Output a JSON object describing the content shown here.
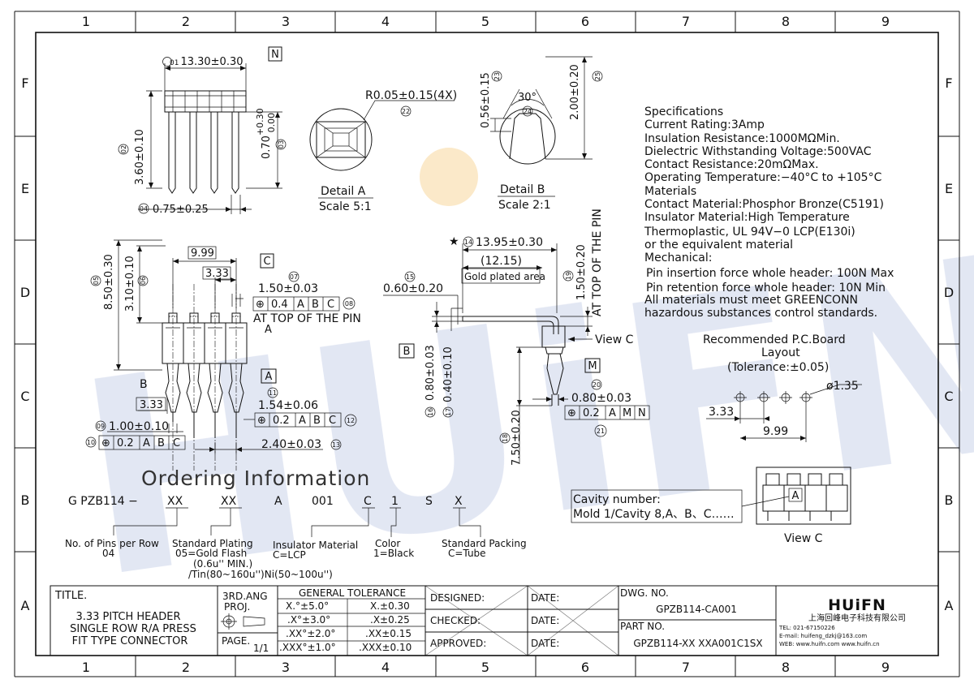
{
  "grid": {
    "columns": [
      "1",
      "2",
      "3",
      "4",
      "5",
      "6",
      "7",
      "8",
      "9"
    ],
    "rows": [
      "F",
      "E",
      "D",
      "C",
      "B",
      "A"
    ]
  },
  "watermark": {
    "text": "HUiFN",
    "color": "#2b3d8f",
    "dot_color": "#f4b74a"
  },
  "top_view": {
    "label_N": "N",
    "dim_01": "13.30±0.30",
    "num_01": "01",
    "dim_02": "3.60±0.10",
    "num_02": "02",
    "dim_03": "0.70",
    "tol_03_up": "+0.30",
    "tol_03_dn": "0.00",
    "num_03": "03",
    "dim_04": "0.75±0.25",
    "num_04": "04"
  },
  "detail_a": {
    "dim_22": "R0.05±0.15(4X)",
    "num_22": "22",
    "title": "Detail A",
    "scale": "Scale 5:1"
  },
  "detail_b": {
    "dim_23": "0.56±0.15",
    "num_23": "23",
    "angle": "30°",
    "num_24": "24",
    "dim_25": "2.00±0.20",
    "num_25": "25",
    "title": "Detail B",
    "scale": "Scale 2:1"
  },
  "specifications": [
    "Specifications",
    "Current Rating:3Amp",
    "Insulation Resistance:1000MΩMin.",
    "Dielectric Withstanding Voltage:500VAC",
    "Contact Resistance:20mΩMax.",
    "Operating Temperature:−40°C to +105°C",
    "Materials",
    "Contact Material:Phosphor Bronze(C5191)",
    "Insulator Material:High Temperature",
    "Thermoplastic, UL 94V−0 LCP(E130i)",
    "or the equivalent material",
    "Mechanical:",
    "Pin insertion force whole header: 100N Max",
    "Pin retention force whole header: 10N Min",
    "All materials must meet GREENCONN",
    "hazardous substances control standards."
  ],
  "front_view": {
    "dim_05": "8.50±0.30",
    "num_05": "05",
    "dim_06": "3.10±0.10",
    "num_06": "06",
    "dim_top": "9.99",
    "dim_pitch": "3.33",
    "label_C": "C",
    "label_A": "A",
    "label_A2": "A",
    "label_B": "B",
    "dim_07": "1.50±0.03",
    "num_07": "07",
    "fcf_08": [
      "⊕",
      "0.4",
      "A",
      "B",
      "C"
    ],
    "num_08": "08",
    "note_08": "AT TOP OF THE PIN",
    "dim_11": "1.54±0.06",
    "num_11": "11",
    "fcf_12": [
      "⊕",
      "0.2",
      "A",
      "B",
      "C"
    ],
    "num_12": "12",
    "dim_pitch_b": "3.33",
    "dim_09": "1.00±0.10",
    "num_09": "09",
    "fcf_10": [
      "⊕",
      "0.2",
      "A",
      "B",
      "C"
    ],
    "num_10": "10",
    "dim_13": "2.40±0.03",
    "num_13": "13"
  },
  "side_view": {
    "dim_14": "13.95±0.30",
    "num_14": "14",
    "star": "★",
    "dim_ref": "(12.15)",
    "gold_area": "Gold plated area",
    "dim_15": "0.60±0.20",
    "num_15": "15",
    "dim_19": "1.50±0.20",
    "num_19": "19",
    "note_19": "AT TOP OF THE PIN",
    "view_c": "View C",
    "label_B": "B",
    "dim_16": "0.80±0.03",
    "num_16": "16",
    "dim_17": "0.40±0.10",
    "num_17": "17",
    "label_M": "M",
    "dim_20": "0.80±0.03",
    "num_20": "20",
    "fcf_21": [
      "⊕",
      "0.2",
      "A",
      "M",
      "N"
    ],
    "num_21": "21",
    "dim_18": "7.50±0.20",
    "num_18": "18"
  },
  "pcb_layout": {
    "title1": "Recommended P.C.Board",
    "title2": "Layout",
    "tolerance": "(Tolerance:±0.05)",
    "hole": "ø1.35",
    "pitch": "3.33",
    "span": "9.99"
  },
  "ordering": {
    "heading": "Ordering Information",
    "code": [
      "G PZB114 −",
      "XX",
      "XX",
      "A",
      "001",
      "C",
      "1",
      "S",
      "X"
    ],
    "labels": {
      "pins": [
        "No. of Pins per Row",
        "04"
      ],
      "plating": [
        "Standard Plating",
        "05=Gold Flash",
        "(0.6u'' MIN.)",
        "/Tin(80~160u'')Ni(50~100u'')"
      ],
      "insulator": [
        "Insulator Material",
        "C=LCP"
      ],
      "color": [
        "Color",
        "1=Black"
      ],
      "packing": [
        "Standard Packing",
        "C=Tube"
      ]
    }
  },
  "cavity": {
    "line1": "Cavity number:",
    "line2": "Mold 1/Cavity 8,A、B、C……",
    "marker": "A",
    "view": "View C"
  },
  "title_block": {
    "title_label": "TITLE.",
    "title_lines": [
      "3.33 PITCH HEADER",
      "SINGLE ROW R/A PRESS",
      "FIT TYPE CONNECTOR"
    ],
    "proj": [
      "3RD.ANG",
      "PROJ."
    ],
    "page_label": "PAGE.",
    "page_value": "1/1",
    "tolerance_title": "GENERAL TOLERANCE",
    "tolerance_rows": [
      [
        "X.°±5.0°",
        "X.±0.30"
      ],
      [
        ".X°±3.0°",
        ".X±0.25"
      ],
      [
        ".XX°±2.0°",
        ".XX±0.15"
      ],
      [
        ".XXX°±1.0°",
        ".XXX±0.10"
      ]
    ],
    "designed": "DESIGNED:",
    "checked": "CHECKED:",
    "approved": "APPROVED:",
    "date": "DATE:",
    "dwg_label": "DWG. NO.",
    "dwg_value": "GPZB114-CA001",
    "part_label": "PART NO.",
    "part_value": "GPZB114-XX XXA001C1SX",
    "company_logo": "HUiFN",
    "company_cn": "上海回峰电子科技有限公司",
    "company_tel": "TEL: 021-67150226",
    "company_email": "E-mail: huifeng_dzkj@163.com",
    "company_web": "WEB: www.huifn.com  www.huifn.cn"
  }
}
